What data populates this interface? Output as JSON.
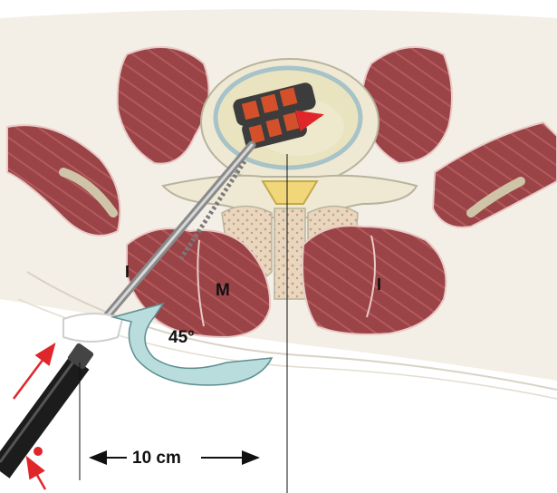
{
  "labels": {
    "muscle_left": "I",
    "muscle_center": "M",
    "muscle_right": "I",
    "angle": "45°",
    "distance": "10 cm"
  },
  "colors": {
    "background": "#f4efe6",
    "muscle": "#9a4448",
    "muscle_stripe": "#e9c9c5",
    "bone": "#efe9d4",
    "bone_outline": "#b8b49c",
    "disc_fill": "#e9e3c0",
    "disc_outline": "#a7c3c8",
    "spinal_canal": "#f1d77a",
    "implant_block": "#d3502a",
    "implant_frame": "#3c3c3c",
    "instrument_shaft": "#a8a8a8",
    "instrument_handle": "#1c1c1c",
    "angle_arrow": "#b9dcdd",
    "direction_arrow": "#e0262a"
  },
  "icons": {
    "rotation": "curved-arrow-icon",
    "insertion": "red-arrow-icon",
    "measurement": "double-arrow-icon"
  }
}
